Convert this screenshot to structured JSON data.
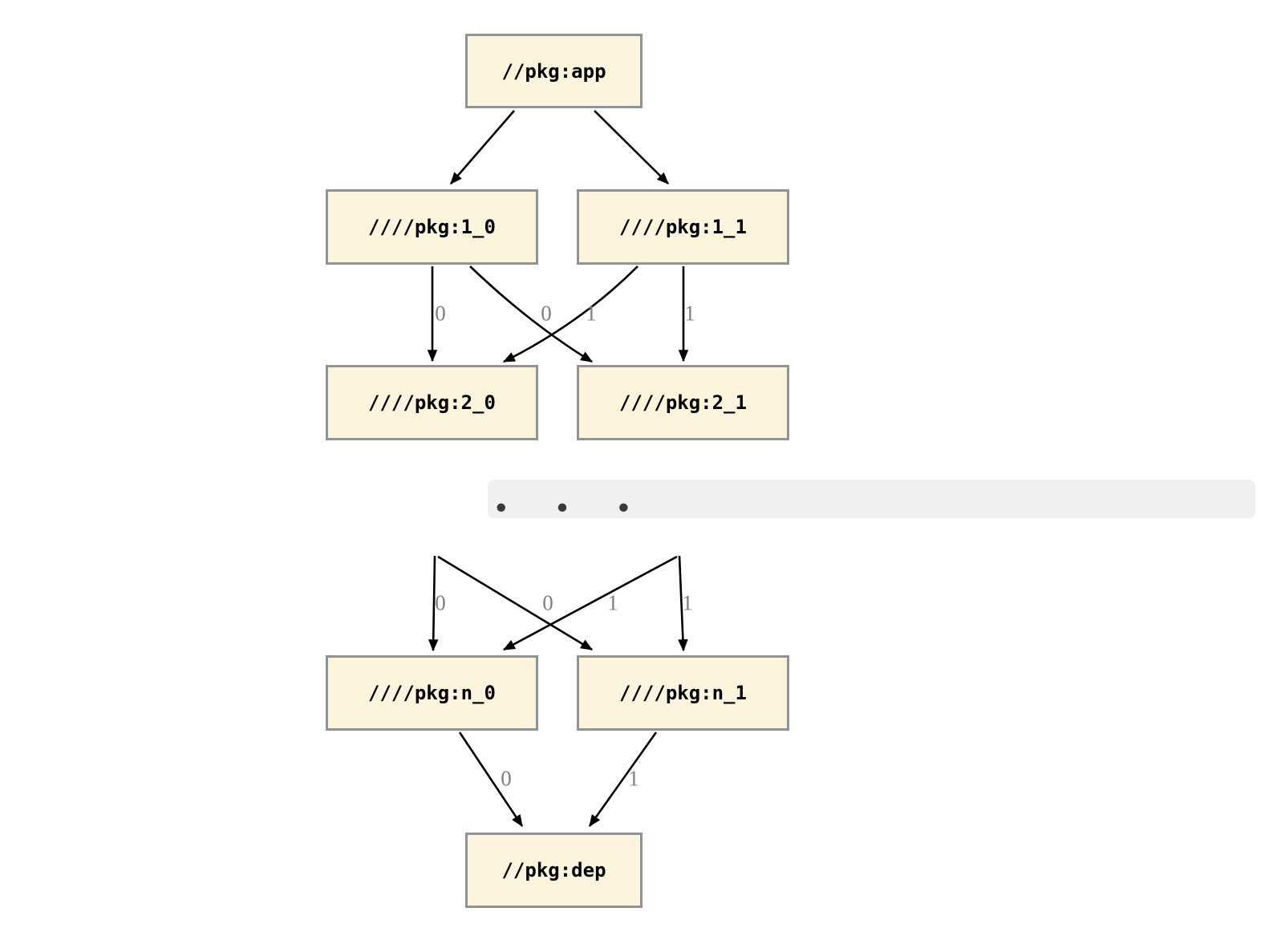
{
  "graph": {
    "type": "dependency-graph",
    "nodes": {
      "app": {
        "label": "//pkg:app"
      },
      "n1_0": {
        "label": "////pkg:1_0"
      },
      "n1_1": {
        "label": "////pkg:1_1"
      },
      "n2_0": {
        "label": "////pkg:2_0"
      },
      "n2_1": {
        "label": "////pkg:2_1"
      },
      "nn_0": {
        "label": "////pkg:n_0"
      },
      "nn_1": {
        "label": "////pkg:n_1"
      },
      "dep": {
        "label": "//pkg:dep"
      }
    },
    "ellipsis": ".  .  .",
    "edges": [
      {
        "from": "//pkg:app",
        "to": "////pkg:1_0",
        "label": ""
      },
      {
        "from": "//pkg:app",
        "to": "////pkg:1_1",
        "label": ""
      },
      {
        "from": "////pkg:1_0",
        "to": "////pkg:2_0",
        "label": "0"
      },
      {
        "from": "////pkg:1_0",
        "to": "////pkg:2_1",
        "label": "1"
      },
      {
        "from": "////pkg:1_1",
        "to": "////pkg:2_0",
        "label": "0"
      },
      {
        "from": "////pkg:1_1",
        "to": "////pkg:2_1",
        "label": "1"
      },
      {
        "from": "...",
        "to": "////pkg:n_0",
        "label": "0"
      },
      {
        "from": "...",
        "to": "////pkg:n_1",
        "label": "1"
      },
      {
        "from": "...",
        "to": "////pkg:n_0",
        "label": "0"
      },
      {
        "from": "...",
        "to": "////pkg:n_1",
        "label": "1"
      },
      {
        "from": "////pkg:n_0",
        "to": "//pkg:dep",
        "label": "0"
      },
      {
        "from": "////pkg:n_1",
        "to": "//pkg:dep",
        "label": "1"
      }
    ],
    "colors": {
      "node_fill": "#FBF3DB",
      "node_border": "#8F9494",
      "edge": "#000000",
      "edge_label": "#7F7F7F",
      "ellipsis_band": "#F0F0F0",
      "background": "#FFFFFF"
    }
  }
}
